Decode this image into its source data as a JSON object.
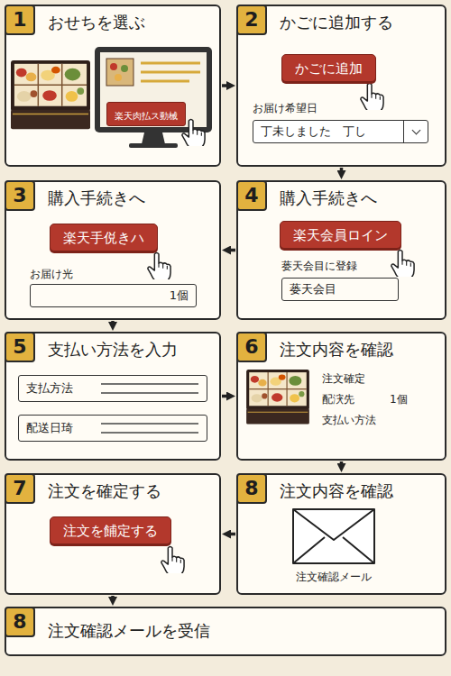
{
  "diagram": {
    "nodes": [
      {
        "text": [
          "おせちを選ぶ"
        ]
      },
      {
        "text": [
          "1"
        ],
        "in": 0
      },
      {
        "text": [
          "楽天肉払ス動械"
        ],
        "in": 0
      },
      {
        "text": [
          "かごに追加する",
          "お届け希望日"
        ]
      },
      {
        "text": [
          "2"
        ],
        "in": 3
      },
      {
        "text": [
          "かごに追加"
        ],
        "in": 3
      },
      {
        "text": [
          "丁未しました　丁し"
        ],
        "in": 3
      },
      {
        "text": [
          "購入手続きへ",
          "お届け光"
        ]
      },
      {
        "text": [
          "3"
        ],
        "in": 7
      },
      {
        "text": [
          "楽天手侻きハ"
        ],
        "in": 7
      },
      {
        "text": [
          "1個"
        ],
        "in": 7
      },
      {
        "text": [
          "購入手続きへ",
          "蒌天会目に登録"
        ]
      },
      {
        "text": [
          "4"
        ],
        "in": 11
      },
      {
        "text": [
          "楽天会員ロイン"
        ],
        "in": 11
      },
      {
        "text": [
          "蒌天会目"
        ],
        "in": 11
      },
      {
        "text": [
          "支払い方法を入力"
        ]
      },
      {
        "text": [
          "5"
        ],
        "in": 15
      },
      {
        "text": [
          "支払方法"
        ],
        "in": 15
      },
      {
        "text": [
          "配送日琦"
        ],
        "in": 15
      },
      {
        "text": [
          "注文内容を確認",
          "注文確定",
          "配涋先",
          "1個",
          "支払い方法"
        ]
      },
      {
        "text": [
          "6"
        ],
        "in": 19
      },
      {
        "text": [
          "注文を確定する"
        ]
      },
      {
        "text": [
          "7"
        ],
        "in": 21
      },
      {
        "text": [
          "注文を餔定する"
        ],
        "in": 21
      },
      {
        "text": [
          "注文内容を確認",
          "注文確認メール"
        ]
      },
      {
        "text": [
          "8"
        ],
        "in": 24
      },
      {
        "text": [
          "注文確認メールを受信"
        ]
      },
      {
        "text": [
          "8"
        ],
        "in": 26
      }
    ],
    "edges": [
      {
        "from": 0,
        "to": 3,
        "arrow": "to"
      },
      {
        "from": 3,
        "to": 11,
        "arrow": "to"
      },
      {
        "from": 11,
        "to": 7,
        "arrow": "to"
      },
      {
        "from": 7,
        "to": 15,
        "arrow": "to"
      },
      {
        "from": 15,
        "to": 19,
        "arrow": "to"
      },
      {
        "from": 19,
        "to": 24,
        "arrow": "to"
      },
      {
        "from": 24,
        "to": 21,
        "arrow": "to"
      },
      {
        "from": 21,
        "to": 26,
        "arrow": "to"
      }
    ]
  }
}
